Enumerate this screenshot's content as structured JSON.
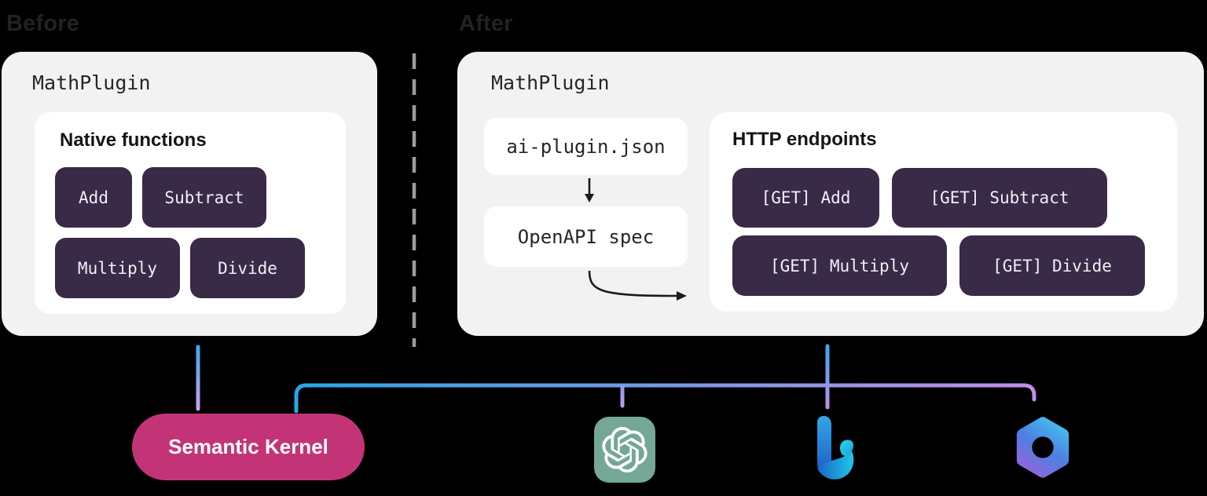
{
  "labels": {
    "before": "Before",
    "after": "After"
  },
  "before_panel": {
    "title": "MathPlugin",
    "group_title": "Native functions",
    "functions": [
      "Add",
      "Subtract",
      "Multiply",
      "Divide"
    ]
  },
  "after_panel": {
    "title": "MathPlugin",
    "plugin_file": "ai-plugin.json",
    "spec_file": "OpenAPI spec",
    "group_title": "HTTP endpoints",
    "endpoints": [
      "[GET] Add",
      "[GET] Subtract",
      "[GET] Multiply",
      "[GET] Divide"
    ]
  },
  "kernel": {
    "label": "Semantic Kernel"
  },
  "icons": {
    "openai": "openai-logo",
    "bing": "bing-logo",
    "microsoft365": "microsoft-365-logo"
  },
  "colors": {
    "background": "#000000",
    "panel": "#F2F2F2",
    "card": "#FFFFFF",
    "function_chip": "#392A47",
    "chip_text": "#F3EEF5",
    "kernel_pill": "#C33476",
    "connector_blue": "#29A7E9",
    "connector_purple": "#C28EE8",
    "divider_gray": "#9C9C9C",
    "arrow_black": "#1B1B1B",
    "openai_green": "#75A795"
  }
}
